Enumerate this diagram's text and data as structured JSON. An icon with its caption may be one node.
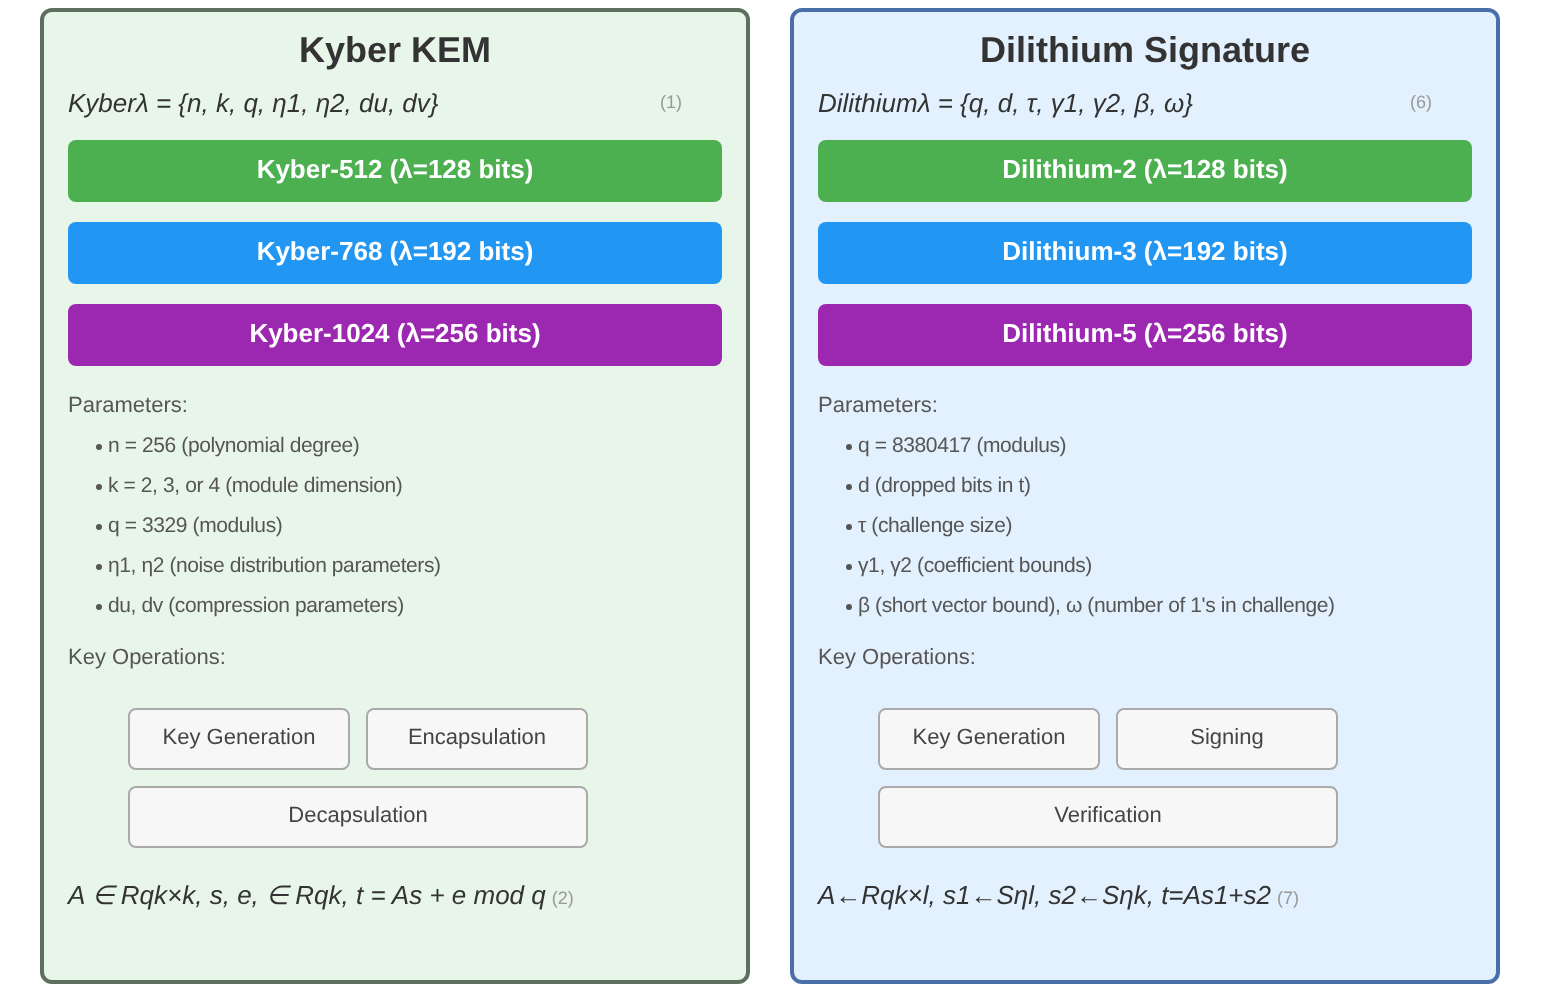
{
  "diagram": {
    "nodes": [
      {
        "text": [
          "Kyber KEM",
          "Kyberλ = {n, k, q, η1, η2, du, dv}",
          "(1)",
          "Parameters:",
          "n = 256 (polynomial degree)",
          "k = 2, 3, or 4 (module dimension)",
          "q = 3329 (modulus)",
          "η1, η2 (noise distribution parameters)",
          "du, dv (compression parameters)",
          "Key Operations:",
          "A ∈ Rqk×k, s, e, ∈ Rqk, t = As + e mod q",
          "(2)"
        ]
      },
      {
        "text": [
          "Kyber-512 (λ=128 bits)"
        ],
        "in": 0
      },
      {
        "text": [
          "Kyber-768 (λ=192 bits)"
        ],
        "in": 0
      },
      {
        "text": [
          "Kyber-1024 (λ=256 bits)"
        ],
        "in": 0
      },
      {
        "text": [
          "Key Generation"
        ],
        "in": 0
      },
      {
        "text": [
          "Encapsulation"
        ],
        "in": 0
      },
      {
        "text": [
          "Decapsulation"
        ],
        "in": 0
      },
      {
        "text": [
          "Dilithium Signature",
          "Dilithiumλ = {q, d, τ, γ1, γ2, β, ω}",
          "(6)",
          "Parameters:",
          "q = 8380417 (modulus)",
          "d (dropped bits in t)",
          "τ (challenge size)",
          "γ1, γ2 (coefficient bounds)",
          "β (short vector bound), ω (number of 1's in challenge)",
          "Key Operations:",
          "A←Rqk×l, s1←Sηl, s2←Sηk, t=As1+s2",
          "(7)"
        ]
      },
      {
        "text": [
          "Dilithium-2 (λ=128 bits)"
        ],
        "in": 7
      },
      {
        "text": [
          "Dilithium-3 (λ=192 bits)"
        ],
        "in": 7
      },
      {
        "text": [
          "Dilithium-5 (λ=256 bits)"
        ],
        "in": 7
      },
      {
        "text": [
          "Key Generation"
        ],
        "in": 7
      },
      {
        "text": [
          "Signing"
        ],
        "in": 7
      },
      {
        "text": [
          "Verification"
        ],
        "in": 7
      }
    ]
  }
}
